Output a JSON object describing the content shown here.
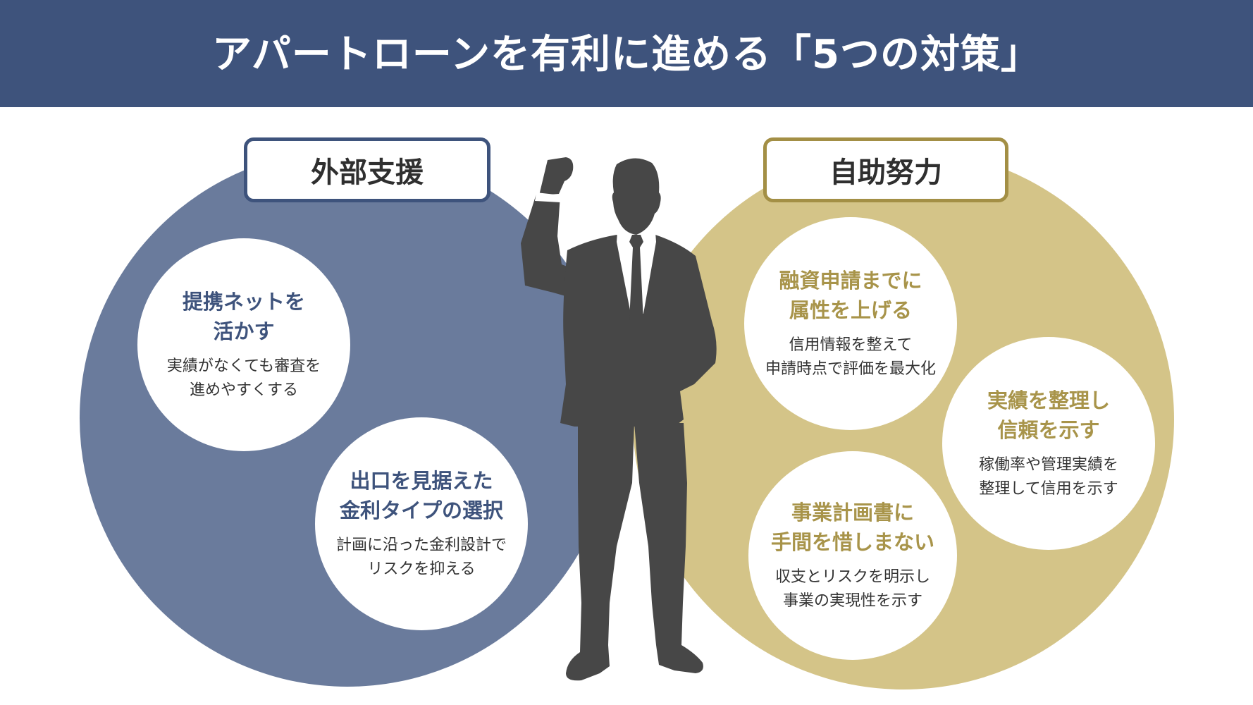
{
  "header": {
    "title": "アパートローンを有利に進める「5つの対策」"
  },
  "colors": {
    "header_bg": "#3e537c",
    "left_circle": "#6a7b9c",
    "right_circle": "#d4c488",
    "left_accent": "#3e537c",
    "right_accent": "#a38f45",
    "figure": "#474747"
  },
  "groups": [
    {
      "label": "外部支援",
      "items": [
        {
          "title_line1": "提携ネットを",
          "title_line2": "活かす",
          "desc_line1": "実績がなくても審査を",
          "desc_line2": "進めやすくする"
        },
        {
          "title_line1": "出口を見据えた",
          "title_line2": "金利タイプの選択",
          "desc_line1": "計画に沿った金利設計で",
          "desc_line2": "リスクを抑える"
        }
      ]
    },
    {
      "label": "自助努力",
      "items": [
        {
          "title_line1": "融資申請までに",
          "title_line2": "属性を上げる",
          "desc_line1": "信用情報を整えて",
          "desc_line2": "申請時点で評価を最大化"
        },
        {
          "title_line1": "実績を整理し",
          "title_line2": "信頼を示す",
          "desc_line1": "稼働率や管理実績を",
          "desc_line2": "整理して信用を示す"
        },
        {
          "title_line1": "事業計画書に",
          "title_line2": "手間を惜しまない",
          "desc_line1": "収支とリスクを明示し",
          "desc_line2": "事業の実現性を示す"
        }
      ]
    }
  ],
  "figure": {
    "icon": "businessman-silhouette-fist-raised"
  }
}
